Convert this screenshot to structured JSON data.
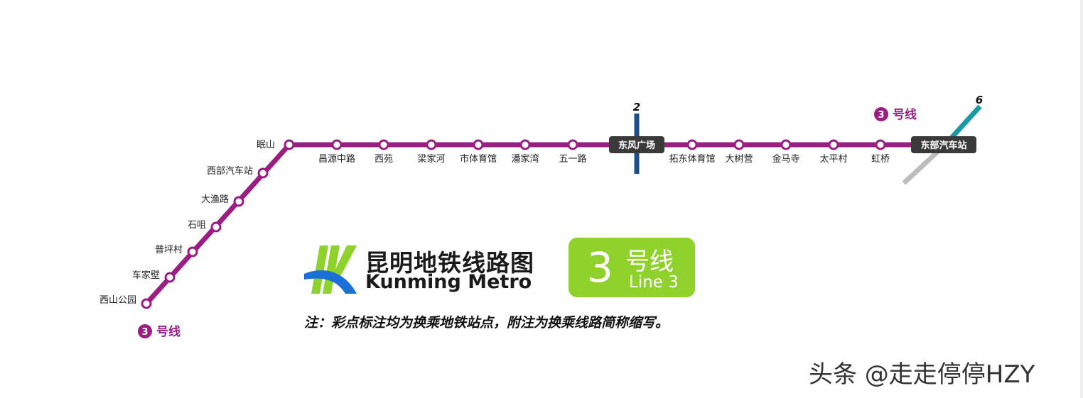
{
  "line": {
    "color": "#9b1f82",
    "number": "3",
    "tag_label": "号线",
    "stations": [
      {
        "name": "西山公园"
      },
      {
        "name": "车家壁"
      },
      {
        "name": "普坪村"
      },
      {
        "name": "石咀"
      },
      {
        "name": "大渔路"
      },
      {
        "name": "西部汽车站"
      },
      {
        "name": "眠山"
      },
      {
        "name": "昌源中路"
      },
      {
        "name": "西苑"
      },
      {
        "name": "梁家河"
      },
      {
        "name": "市体育馆"
      },
      {
        "name": "潘家湾"
      },
      {
        "name": "五一路"
      },
      {
        "name": "东风广场",
        "transfer": true,
        "transfer_line": "2"
      },
      {
        "name": "拓东体育馆"
      },
      {
        "name": "大树营"
      },
      {
        "name": "金马寺"
      },
      {
        "name": "太平村"
      },
      {
        "name": "虹桥"
      },
      {
        "name": "东部汽车站",
        "transfer": true,
        "transfer_line": "6"
      }
    ]
  },
  "transfer_lines": {
    "line2": {
      "label": "2",
      "color": "#1c4f8a"
    },
    "line6": {
      "label": "6",
      "color": "#1a9aa6"
    },
    "grey_line_color": "#bdbdbd"
  },
  "logo": {
    "title_cn": "昆明地铁线路图",
    "title_en": "Kunming Metro",
    "mark_green": "#8fd22c",
    "mark_blue": "#1a6fd8"
  },
  "badge": {
    "number": "3",
    "label_cn": "号线",
    "label_en": "Line 3",
    "color": "#8fd22c"
  },
  "note": "注：彩点标注均为换乘地铁站点，附注为换乘线路简称缩写。",
  "watermark": "头条 @走走停停HZY"
}
